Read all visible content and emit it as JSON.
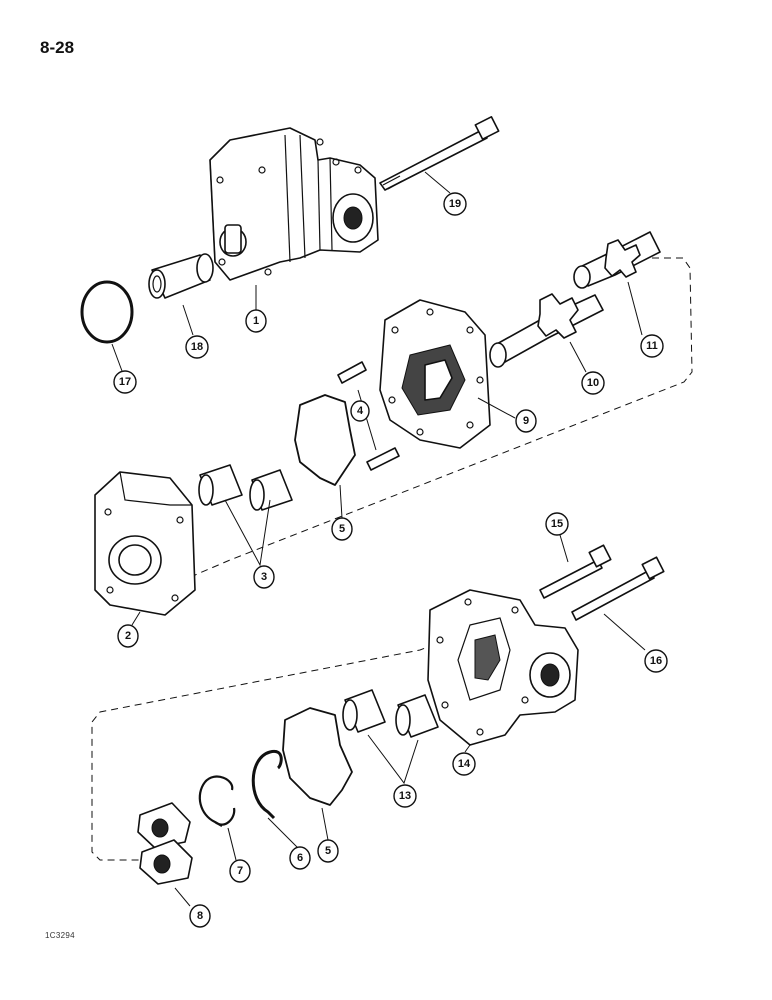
{
  "page_number": "8-28",
  "figure_code": "1C3294",
  "callouts": [
    {
      "number": "1"
    },
    {
      "number": "2"
    },
    {
      "number": "3"
    },
    {
      "number": "4"
    },
    {
      "number": "5"
    },
    {
      "number": "5"
    },
    {
      "number": "6"
    },
    {
      "number": "7"
    },
    {
      "number": "8"
    },
    {
      "number": "9"
    },
    {
      "number": "10"
    },
    {
      "number": "11"
    },
    {
      "number": "13"
    },
    {
      "number": "14"
    },
    {
      "number": "15"
    },
    {
      "number": "16"
    },
    {
      "number": "17"
    },
    {
      "number": "18"
    },
    {
      "number": "19"
    }
  ]
}
